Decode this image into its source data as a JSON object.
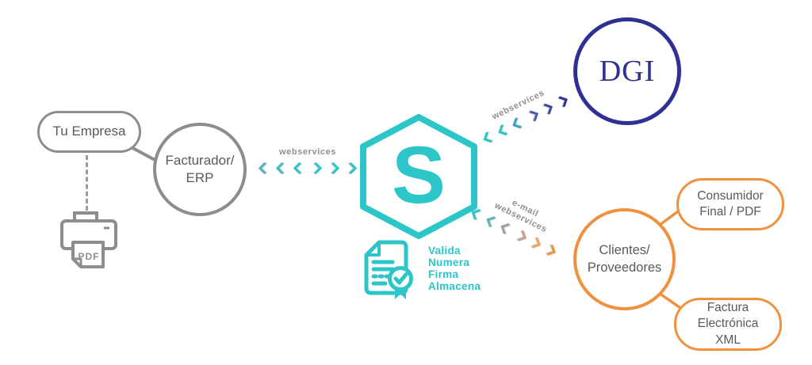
{
  "palette": {
    "teal": "#2cc5c8",
    "navy": "#2e3192",
    "orange": "#f0913f",
    "gray_border": "#8d8d8d",
    "text_dark": "#58595b",
    "label_gray": "#8e8e95"
  },
  "nodes": {
    "tu_empresa": {
      "label": "Tu Empresa"
    },
    "facturador": {
      "line1": "Facturador/",
      "line2": "ERP"
    },
    "hexagon": {
      "letter": "S"
    },
    "dgi": {
      "label": "DGI"
    },
    "clientes": {
      "line1": "Clientes/",
      "line2": "Proveedores"
    },
    "consumidor": {
      "line1": "Consumidor",
      "line2": "Final / PDF"
    },
    "factura": {
      "line1": "Factura",
      "line2": "Electrónica",
      "line3": "XML"
    }
  },
  "printer": {
    "label": "PDF"
  },
  "process": {
    "line1": "Valida",
    "line2": "Numera",
    "line3": "Firma",
    "line4": "Almacena"
  },
  "links": {
    "erp_hex": {
      "label": "webservices",
      "chevrons": [
        {
          "dir": "left",
          "color": "#56b2b8"
        },
        {
          "dir": "left",
          "color": "#41bec3"
        },
        {
          "dir": "left",
          "color": "#2cc5c8"
        },
        {
          "dir": "right",
          "color": "#2cc5c8"
        },
        {
          "dir": "right",
          "color": "#2cc5c8"
        },
        {
          "dir": "right",
          "color": "#2cc5c8"
        }
      ]
    },
    "hex_dgi": {
      "label": "webservices",
      "chevrons": [
        {
          "dir": "left",
          "color": "#2cc5c8"
        },
        {
          "dir": "left",
          "color": "#2cc5c8"
        },
        {
          "dir": "left",
          "color": "#38a4c1"
        },
        {
          "dir": "right",
          "color": "#4a5fae"
        },
        {
          "dir": "right",
          "color": "#3a4a9f"
        },
        {
          "dir": "right",
          "color": "#2e3192"
        }
      ]
    },
    "hex_clientes": {
      "label_line1": "e-mail",
      "label_line2": "webservices",
      "chevrons": [
        {
          "dir": "left",
          "color": "#2cc5c8"
        },
        {
          "dir": "left",
          "color": "#63b3b5"
        },
        {
          "dir": "left",
          "color": "#98a4a4"
        },
        {
          "dir": "right",
          "color": "#c5a084"
        },
        {
          "dir": "right",
          "color": "#f0a45f"
        },
        {
          "dir": "right",
          "color": "#f0913f"
        }
      ]
    }
  }
}
